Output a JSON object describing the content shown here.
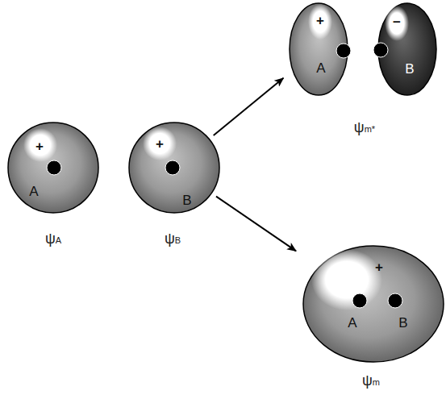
{
  "diagram": {
    "nodes": [
      {
        "text": [
          "+",
          "A",
          "ψA"
        ]
      },
      {
        "text": [
          "+",
          "B",
          "ψB"
        ]
      },
      {
        "text": [
          "+",
          "A"
        ]
      },
      {
        "text": [
          "−",
          "B"
        ]
      },
      {
        "text": [
          "+",
          "A",
          "B",
          "ψm"
        ]
      }
    ],
    "edges": [
      {
        "from": 1,
        "to": 2,
        "arrow": "to"
      },
      {
        "from": 1,
        "to": 4,
        "arrow": "to"
      }
    ],
    "labels": [
      "ψm*"
    ]
  }
}
